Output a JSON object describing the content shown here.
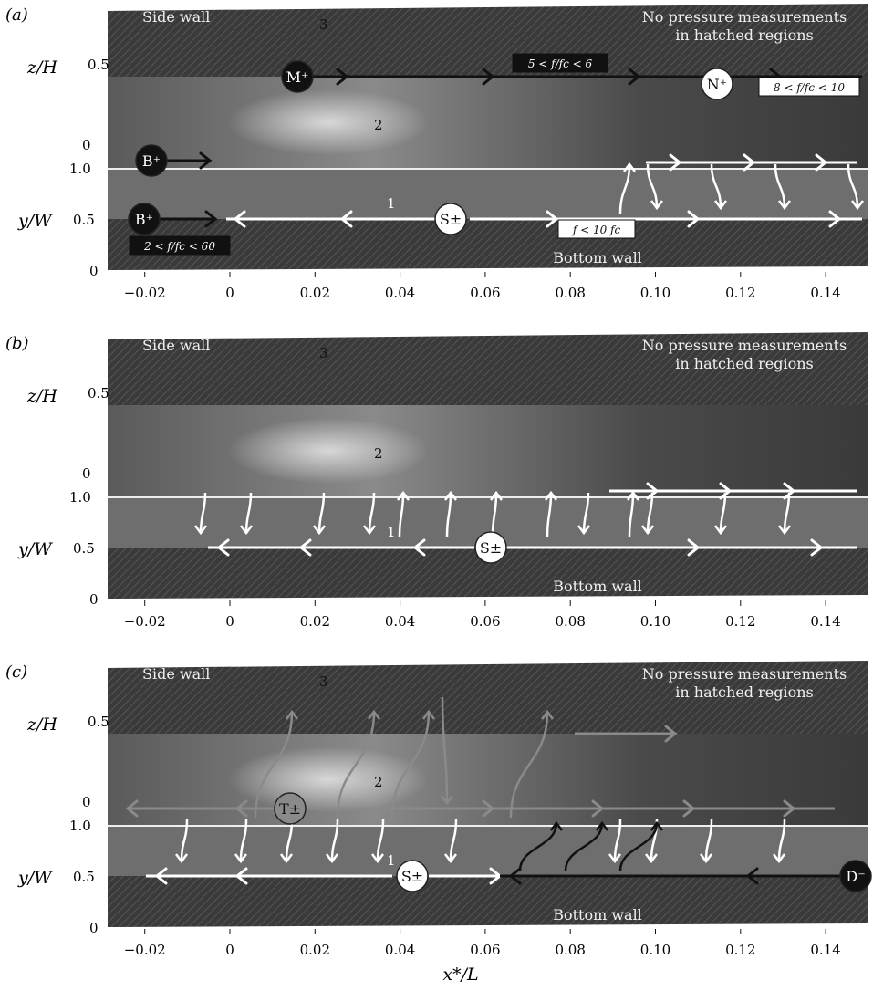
{
  "panels": [
    {
      "tag": "(a)",
      "side_wall": "Side wall",
      "bottom_wall": "Bottom wall",
      "note_line1": "No pressure measurements",
      "note_line2": "in hatched regions",
      "z_axis": "z/H",
      "y_axis": "y/W",
      "z_ticks": [
        "0.5",
        "0"
      ],
      "y_ticks": [
        "1.0",
        "0.5",
        "0"
      ],
      "region_labels": [
        "1",
        "2",
        "3"
      ],
      "markers": [
        {
          "label": "M⁺",
          "style": "dark"
        },
        {
          "label": "N⁺",
          "style": "light"
        },
        {
          "label": "B⁺",
          "style": "dark"
        },
        {
          "label": "B⁺",
          "style": "dark"
        },
        {
          "label": "S±",
          "style": "light"
        }
      ],
      "freq_labels": [
        "5 < f/fc < 6",
        "8 < f/fc < 10",
        "2 < f/fc < 60",
        "f < 10 fc"
      ]
    },
    {
      "tag": "(b)",
      "side_wall": "Side wall",
      "bottom_wall": "Bottom wall",
      "note_line1": "No pressure measurements",
      "note_line2": "in hatched regions",
      "z_axis": "z/H",
      "y_axis": "y/W",
      "z_ticks": [
        "0.5",
        "0"
      ],
      "y_ticks": [
        "1.0",
        "0.5",
        "0"
      ],
      "region_labels": [
        "1",
        "2",
        "3"
      ],
      "markers": [
        {
          "label": "S±",
          "style": "light"
        }
      ],
      "freq_labels": []
    },
    {
      "tag": "(c)",
      "side_wall": "Side wall",
      "bottom_wall": "Bottom wall",
      "note_line1": "No pressure measurements",
      "note_line2": "in hatched regions",
      "z_axis": "z/H",
      "y_axis": "y/W",
      "z_ticks": [
        "0.5",
        "0"
      ],
      "y_ticks": [
        "1.0",
        "0.5",
        "0"
      ],
      "region_labels": [
        "1",
        "2",
        "3"
      ],
      "markers": [
        {
          "label": "T±",
          "style": "grey"
        },
        {
          "label": "S±",
          "style": "light"
        },
        {
          "label": "D⁻",
          "style": "dark"
        }
      ],
      "freq_labels": []
    }
  ],
  "x_ticks": [
    "−0.02",
    "0",
    "0.02",
    "0.04",
    "0.06",
    "0.08",
    "0.10",
    "0.12",
    "0.14"
  ],
  "x_axis_label": "x*/L",
  "colors": {
    "dark": "#111111",
    "light": "#ffffff",
    "grey": "#8a8a8a"
  }
}
